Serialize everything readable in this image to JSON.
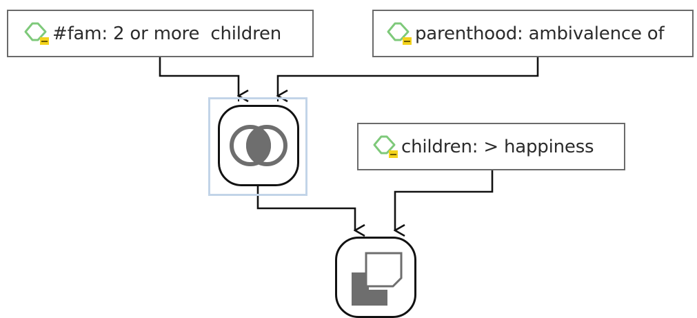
{
  "diagram": {
    "nodes": [
      {
        "id": "fam",
        "kind": "code",
        "label": "#fam: 2 or more  children",
        "icon": "code-tag-icon"
      },
      {
        "id": "parenthood",
        "kind": "code",
        "label": "parenthood: ambivalence of",
        "icon": "code-tag-icon"
      },
      {
        "id": "happiness",
        "kind": "code",
        "label": "children: > happiness",
        "icon": "code-tag-icon"
      },
      {
        "id": "intersect",
        "kind": "operator",
        "icon": "intersection-icon",
        "selected": true
      },
      {
        "id": "overlap",
        "kind": "operator",
        "icon": "overlap-squares-icon",
        "selected": false
      }
    ],
    "edges": [
      {
        "from": "fam",
        "to": "intersect"
      },
      {
        "from": "parenthood",
        "to": "intersect"
      },
      {
        "from": "intersect",
        "to": "overlap"
      },
      {
        "from": "happiness",
        "to": "overlap"
      }
    ]
  },
  "colors": {
    "node_border": "#6a6a6a",
    "edge": "#111111",
    "selection": "#c2d4e8",
    "icon_green": "#7ec97a",
    "icon_yellow": "#f3d21b",
    "operator_gray": "#6e6e6e"
  }
}
